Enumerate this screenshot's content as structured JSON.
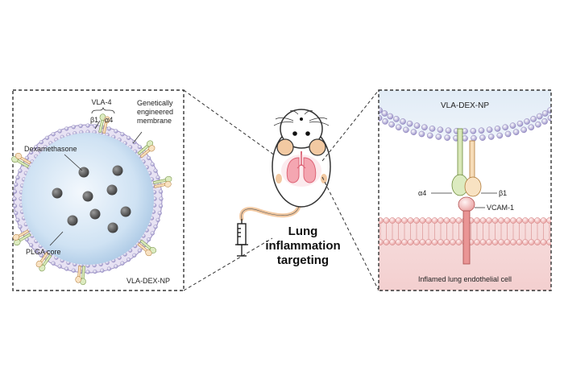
{
  "left_panel": {
    "vla4": "VLA-4",
    "beta1": "β1",
    "alpha4": "α4",
    "membrane_line1": "Genetically",
    "membrane_line2": "engineered",
    "membrane_line3": "membrane",
    "drug": "Dexamethasone",
    "core": "PLGA core",
    "np_name": "VLA-DEX-NP"
  },
  "center": {
    "line1": "Lung",
    "line2": "inflammation",
    "line3": "targeting"
  },
  "right_panel": {
    "np_name": "VLA-DEX-NP",
    "alpha4": "α4",
    "beta1": "β1",
    "vcam": "VCAM-1",
    "cell": "Inflamed lung endothelial cell"
  },
  "colors": {
    "np_core": "#c9dff0",
    "membrane": "#9b8fc4",
    "endothelium": "#f2c9c9",
    "lung": "#e86a7a",
    "skin": "#f2c9a2"
  }
}
